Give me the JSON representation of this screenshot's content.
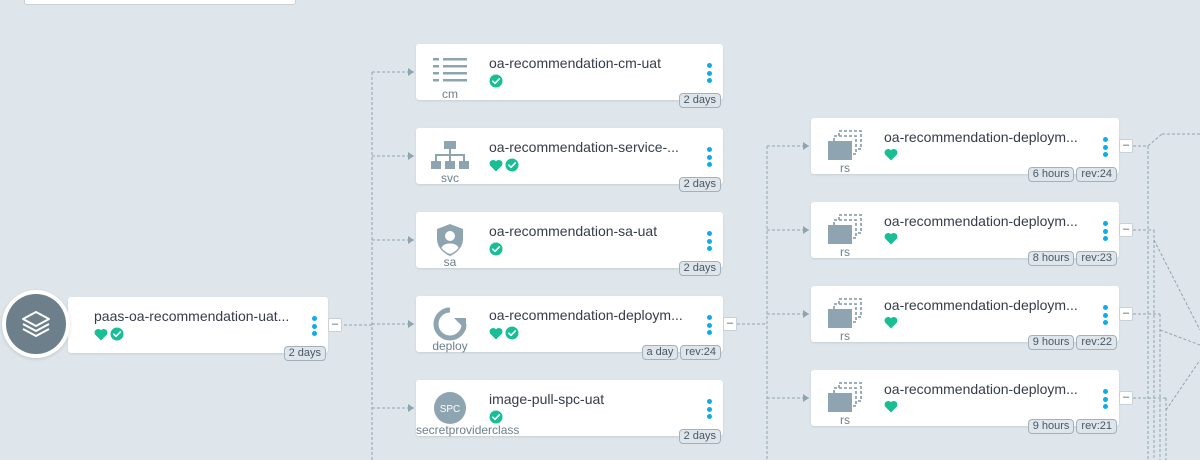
{
  "colors": {
    "background": "#dee6eb",
    "accent": "#0dadea",
    "healthy": "#18be94",
    "icon_gray": "#8fa4b1"
  },
  "app": {
    "name": "paas-oa-recommendation-uat...",
    "icon": "layers-icon",
    "status": [
      "healthy-heart-icon",
      "synced-check-icon"
    ],
    "tags": [
      "2 days"
    ],
    "collapse": "–"
  },
  "resources": [
    {
      "kind": "cm",
      "icon": "configmap-icon",
      "name": "oa-recommendation-cm-uat",
      "status": [
        "synced-check-icon"
      ],
      "tags": [
        "2 days"
      ]
    },
    {
      "kind": "svc",
      "icon": "service-icon",
      "name": "oa-recommendation-service-...",
      "status": [
        "healthy-heart-icon",
        "synced-check-icon"
      ],
      "tags": [
        "2 days"
      ]
    },
    {
      "kind": "sa",
      "icon": "serviceaccount-icon",
      "name": "oa-recommendation-sa-uat",
      "status": [
        "synced-check-icon"
      ],
      "tags": [
        "2 days"
      ]
    },
    {
      "kind": "deploy",
      "icon": "deployment-icon",
      "name": "oa-recommendation-deploym...",
      "status": [
        "healthy-heart-icon",
        "synced-check-icon"
      ],
      "tags": [
        "a day",
        "rev:24"
      ],
      "collapse": "–"
    },
    {
      "kind": "secretproviderclass",
      "icon": "spc-icon",
      "icon_text": "SPC",
      "name": "image-pull-spc-uat",
      "status": [
        "synced-check-icon"
      ],
      "tags": [
        "2 days"
      ]
    }
  ],
  "replicasets": [
    {
      "kind": "rs",
      "icon": "replicaset-icon",
      "name": "oa-recommendation-deploym...",
      "status": [
        "healthy-heart-icon"
      ],
      "tags": [
        "6 hours",
        "rev:24"
      ],
      "collapse": "–"
    },
    {
      "kind": "rs",
      "icon": "replicaset-icon",
      "name": "oa-recommendation-deploym...",
      "status": [
        "healthy-heart-icon"
      ],
      "tags": [
        "8 hours",
        "rev:23"
      ],
      "collapse": "–"
    },
    {
      "kind": "rs",
      "icon": "replicaset-icon",
      "name": "oa-recommendation-deploym...",
      "status": [
        "healthy-heart-icon"
      ],
      "tags": [
        "9 hours",
        "rev:22"
      ],
      "collapse": "–"
    },
    {
      "kind": "rs",
      "icon": "replicaset-icon",
      "name": "oa-recommendation-deploym...",
      "status": [
        "healthy-heart-icon"
      ],
      "tags": [
        "9 hours",
        "rev:21"
      ],
      "collapse": "–"
    }
  ]
}
